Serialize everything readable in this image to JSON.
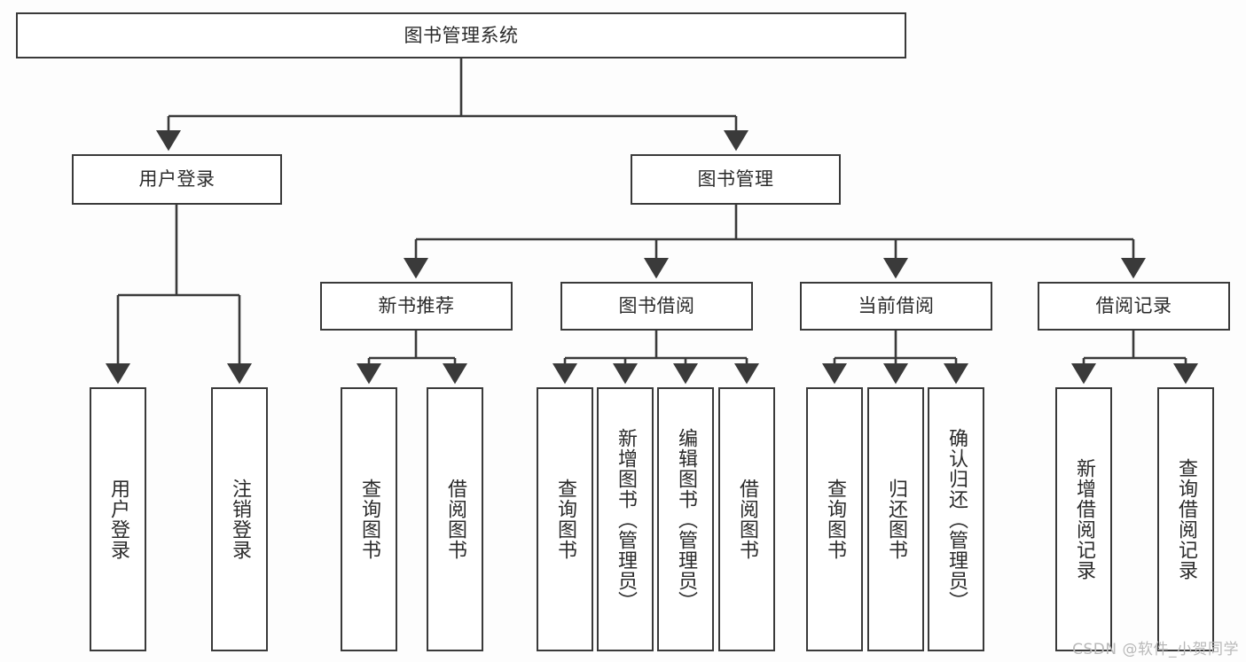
{
  "diagram": {
    "type": "hierarchy-tree",
    "title": "图书管理系统",
    "watermark": "CSDN @软件_小贺同学",
    "colors": {
      "box_border": "#3a3a3a",
      "box_fill": "#ffffff",
      "edge": "#3a3a3a",
      "text": "#2b2b2b",
      "background": "#fdfdfd",
      "watermark": "#b9b9b9"
    },
    "levels": {
      "root": "图书管理系统",
      "level2": [
        "用户登录",
        "图书管理"
      ],
      "level3": [
        "新书推荐",
        "图书借阅",
        "当前借阅",
        "借阅记录"
      ]
    },
    "nodes": {
      "root": {
        "label": "图书管理系统",
        "orientation": "horizontal",
        "level": 1
      },
      "user_login": {
        "label": "用户登录",
        "orientation": "horizontal",
        "level": 2
      },
      "book_manage": {
        "label": "图书管理",
        "orientation": "horizontal",
        "level": 2
      },
      "new_book_rec": {
        "label": "新书推荐",
        "orientation": "horizontal",
        "level": 3
      },
      "book_borrow": {
        "label": "图书借阅",
        "orientation": "horizontal",
        "level": 3
      },
      "current_borrow": {
        "label": "当前借阅",
        "orientation": "horizontal",
        "level": 3
      },
      "borrow_record": {
        "label": "借阅记录",
        "orientation": "horizontal",
        "level": 3
      },
      "leaf_user_login": {
        "label": "用户登录",
        "orientation": "vertical",
        "level": 4,
        "parent": "用户登录"
      },
      "leaf_logout": {
        "label": "注销登录",
        "orientation": "vertical",
        "level": 4,
        "parent": "用户登录"
      },
      "leaf_query_book_1": {
        "label": "查询图书",
        "orientation": "vertical",
        "level": 4,
        "parent": "新书推荐"
      },
      "leaf_borrow_book_1": {
        "label": "借阅图书",
        "orientation": "vertical",
        "level": 4,
        "parent": "新书推荐"
      },
      "leaf_query_book_2": {
        "label": "查询图书",
        "orientation": "vertical",
        "level": 4,
        "parent": "图书借阅"
      },
      "leaf_add_book": {
        "label": "新增图书（管理员）",
        "orientation": "vertical",
        "level": 4,
        "parent": "图书借阅"
      },
      "leaf_edit_book": {
        "label": "编辑图书（管理员）",
        "orientation": "vertical",
        "level": 4,
        "parent": "图书借阅"
      },
      "leaf_borrow_book_2": {
        "label": "借阅图书",
        "orientation": "vertical",
        "level": 4,
        "parent": "图书借阅"
      },
      "leaf_query_book_3": {
        "label": "查询图书",
        "orientation": "vertical",
        "level": 4,
        "parent": "当前借阅"
      },
      "leaf_return_book": {
        "label": "归还图书",
        "orientation": "vertical",
        "level": 4,
        "parent": "当前借阅"
      },
      "leaf_confirm_return": {
        "label": "确认归还（管理员）",
        "orientation": "vertical",
        "level": 4,
        "parent": "当前借阅"
      },
      "leaf_add_record": {
        "label": "新增借阅记录",
        "orientation": "vertical",
        "level": 4,
        "parent": "借阅记录"
      },
      "leaf_query_record": {
        "label": "查询借阅记录",
        "orientation": "vertical",
        "level": 4,
        "parent": "借阅记录"
      }
    }
  }
}
